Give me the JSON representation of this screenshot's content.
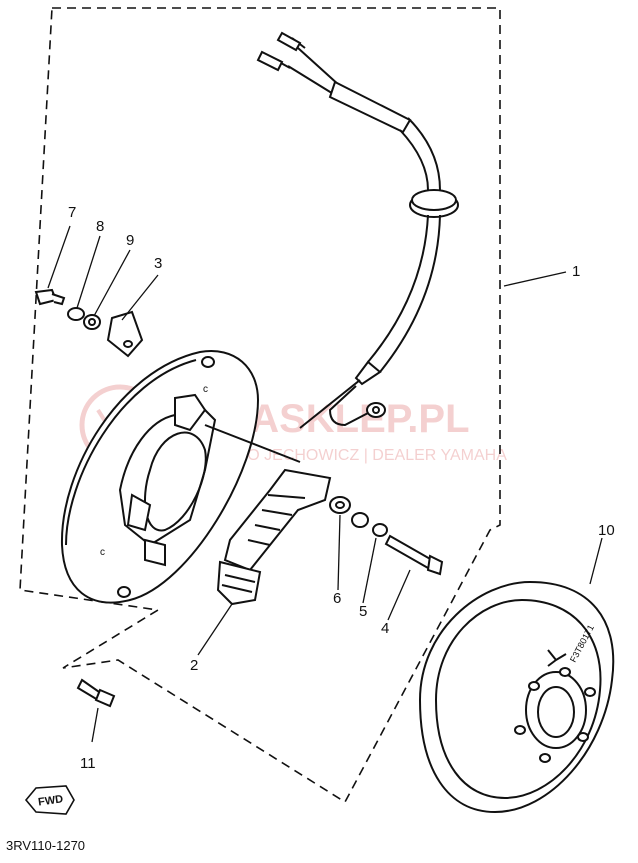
{
  "diagram": {
    "parts": [
      {
        "number": "1"
      },
      {
        "number": "2"
      },
      {
        "number": "3"
      },
      {
        "number": "4"
      },
      {
        "number": "5"
      },
      {
        "number": "6"
      },
      {
        "number": "7"
      },
      {
        "number": "8"
      },
      {
        "number": "9"
      },
      {
        "number": "10"
      },
      {
        "number": "11"
      }
    ],
    "rotor_stamp": "F3T80171",
    "fwd_arrow_label": "FWD",
    "part_code": "3RV110-1270"
  },
  "watermark": {
    "brand": "YAMASKLEP.PL",
    "dealer": "MOTO JECHOWICZ | DEALER YAMAHA",
    "color": "#e07a7a"
  },
  "colors": {
    "line": "#111111",
    "background": "#ffffff"
  }
}
